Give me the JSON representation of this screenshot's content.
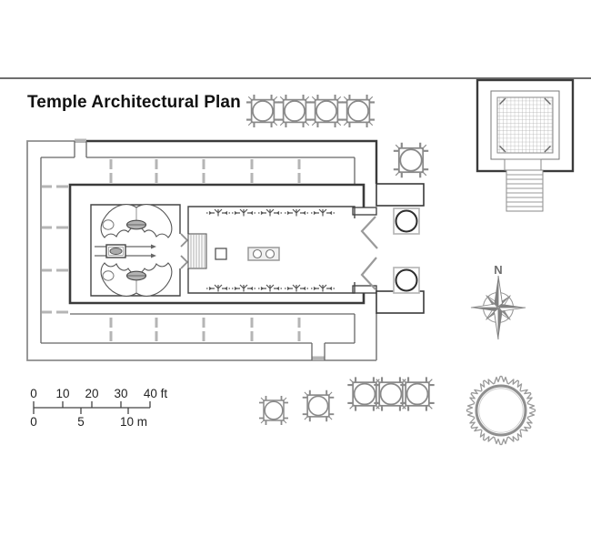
{
  "title": "Temple Architectural Plan",
  "compass": {
    "north": "N"
  },
  "scale": {
    "ft_labels": [
      "0",
      "10",
      "20",
      "30",
      "40 ft"
    ],
    "m_labels": [
      "0",
      "5",
      "10 m"
    ]
  },
  "colors": {
    "wall_dark": "#3a3a3a",
    "wall_outer": "#8d8d8d",
    "partition_tick": "#b5b5b5",
    "ornament_gray": "#8a8a8a",
    "compass_gray": "#808080",
    "title_text": "#111111",
    "scale_text": "#222222",
    "rule": "#6e6e6e"
  },
  "icons": {
    "compass_rose": "8-point-star",
    "lampstand": "branch-glyph",
    "capital_ornament": "square-circle-with-volutes",
    "porch_pillar": "circle-in-square",
    "cherub": "winged-figure",
    "ark": "rectangle-with-carrying-poles",
    "bronze_sea": "circle-with-rays",
    "bronze_altar": "grid-square-with-staircase",
    "steps": "striped-rectangle",
    "door": "chevron-leaves"
  }
}
